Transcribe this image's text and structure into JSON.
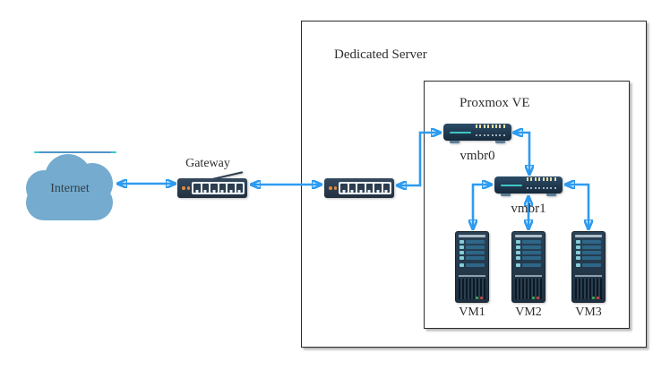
{
  "nodes": {
    "internet": {
      "label": "Internet",
      "type": "cloud"
    },
    "gateway": {
      "label": "Gateway",
      "type": "switch"
    },
    "dedicated_server": {
      "label": "Dedicated Server",
      "type": "container-box"
    },
    "lan_switch": {
      "label": "",
      "type": "switch"
    },
    "proxmox": {
      "label": "Proxmox VE",
      "type": "container-box"
    },
    "vmbr0": {
      "label": "vmbr0",
      "type": "bridge-switch"
    },
    "vmbr1": {
      "label": "vmbr1",
      "type": "bridge-switch"
    },
    "vm1": {
      "label": "VM1",
      "type": "server-tower"
    },
    "vm2": {
      "label": "VM2",
      "type": "server-tower"
    },
    "vm3": {
      "label": "VM3",
      "type": "server-tower"
    }
  },
  "connections": [
    {
      "from": "internet",
      "to": "gateway",
      "bidirectional": true
    },
    {
      "from": "gateway",
      "to": "lan_switch",
      "bidirectional": true
    },
    {
      "from": "lan_switch",
      "to": "vmbr0",
      "bidirectional": true
    },
    {
      "from": "vmbr0",
      "to": "vmbr1",
      "bidirectional": true
    },
    {
      "from": "vmbr1",
      "to": "vm1",
      "bidirectional": true
    },
    {
      "from": "vmbr1",
      "to": "vm2",
      "bidirectional": true
    },
    {
      "from": "vmbr1",
      "to": "vm3",
      "bidirectional": true
    }
  ],
  "colors": {
    "background": "#ffffff",
    "arrow_blue": "#2e9bf0",
    "box_border": "#2b2b2b",
    "text": "#2e2e2e",
    "cloud_fill": "#74abcf",
    "switch_body": "#2c3e50",
    "switch_panel": "#e9eef3",
    "led_orange": "#de8a3f",
    "bridge_body": "#1f3a52",
    "bridge_teal": "#3ec6c6",
    "bridge_ticks": "#ebdca9",
    "tower_body": "#243748",
    "tower_slat": "#2e6688",
    "led_green": "#3cb54d",
    "led_red": "#dd4545"
  }
}
